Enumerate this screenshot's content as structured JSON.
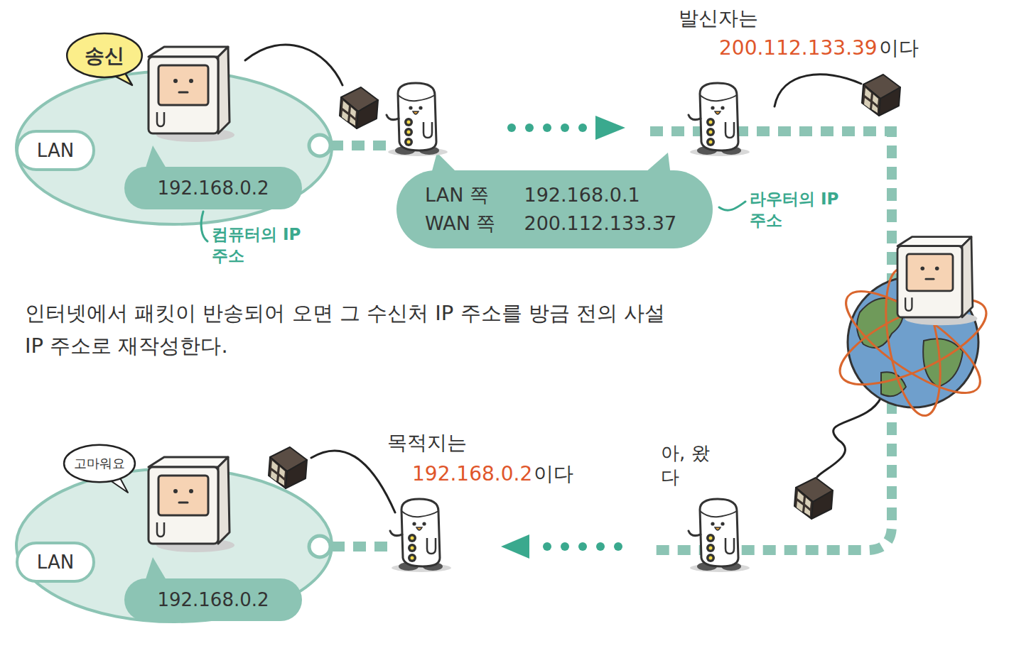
{
  "diagram": {
    "nodes": [
      {
        "text": [
          "송신"
        ]
      },
      {
        "text": [
          "LAN"
        ]
      },
      {
        "text": [
          "192.168.0.2"
        ]
      },
      {
        "text": [
          "LAN 쪽",
          "192.168.0.1",
          "WAN 쪽",
          "200.112.133.37"
        ]
      },
      {
        "text": [
          "고마워요"
        ]
      },
      {
        "text": [
          "LAN"
        ]
      },
      {
        "text": [
          "192.168.0.2"
        ]
      }
    ],
    "labels": [
      "발신자는",
      "200.112.133.39",
      "이다",
      "컴퓨터의 IP 주소",
      "라우터의 IP 주소",
      "인터넷에서 패킷이 반송되어 오면 그 수신처 IP 주소를 방금 전의 사설 IP 주소로 재작성한다.",
      "아, 왔다",
      "목적지는",
      "192.168.0.2",
      "이다"
    ]
  }
}
